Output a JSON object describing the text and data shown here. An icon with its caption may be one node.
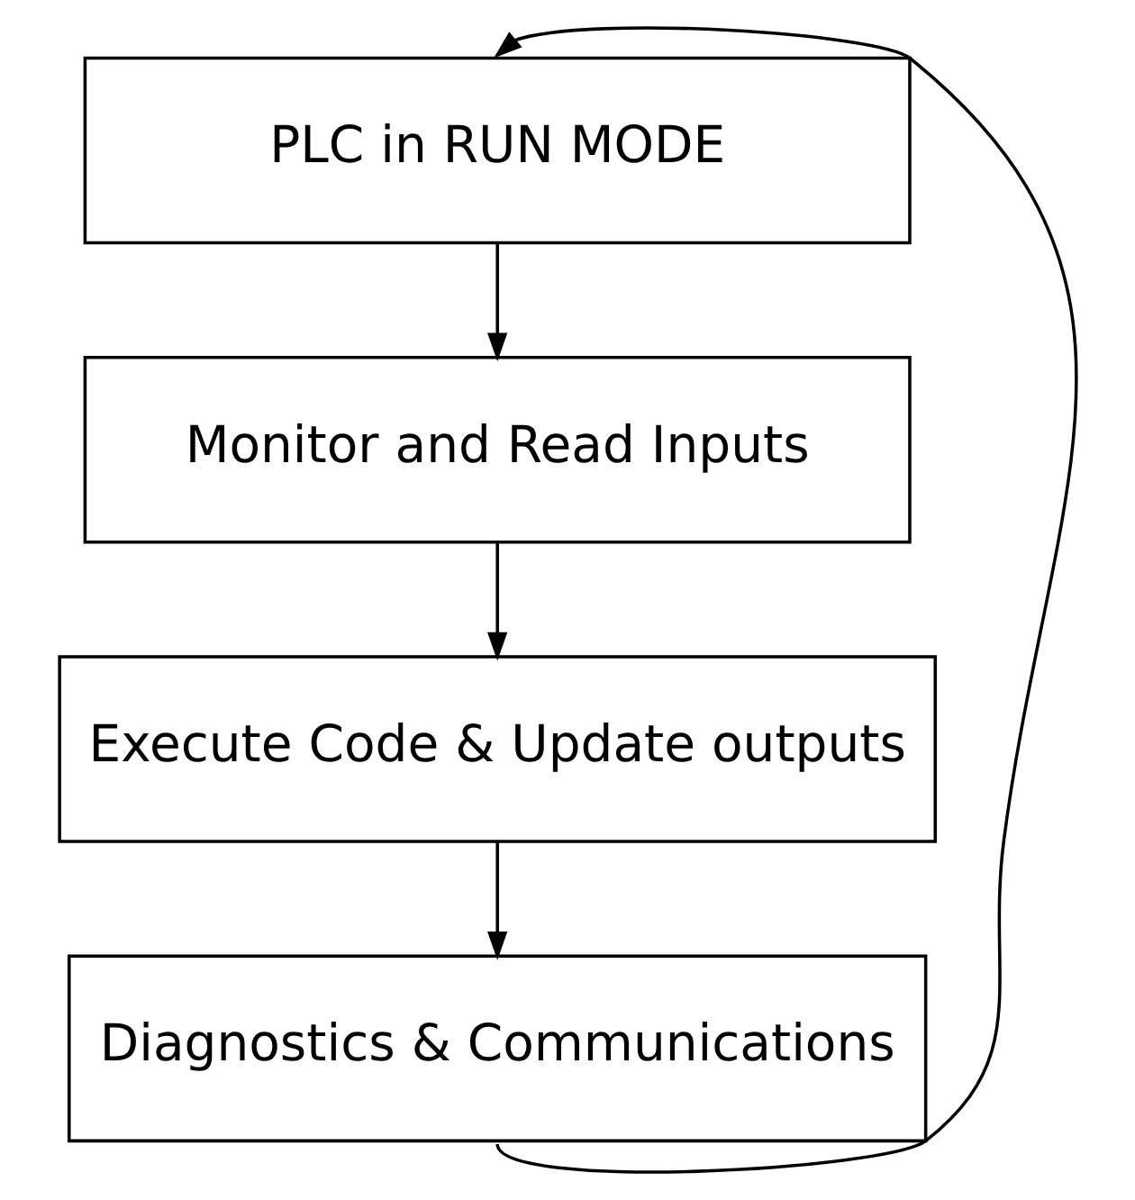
{
  "diagram": {
    "nodes": [
      {
        "text": [
          "PLC in RUN MODE"
        ]
      },
      {
        "text": [
          "Monitor and Read Inputs"
        ]
      },
      {
        "text": [
          "Execute Code & Update outputs"
        ]
      },
      {
        "text": [
          "Diagnostics & Communications"
        ]
      }
    ],
    "edges": [
      {
        "from": 0,
        "to": 1,
        "arrow": "to"
      },
      {
        "from": 1,
        "to": 2,
        "arrow": "to"
      },
      {
        "from": 2,
        "to": 3,
        "arrow": "to"
      },
      {
        "from": 3,
        "to": 0,
        "arrow": "to"
      }
    ]
  }
}
